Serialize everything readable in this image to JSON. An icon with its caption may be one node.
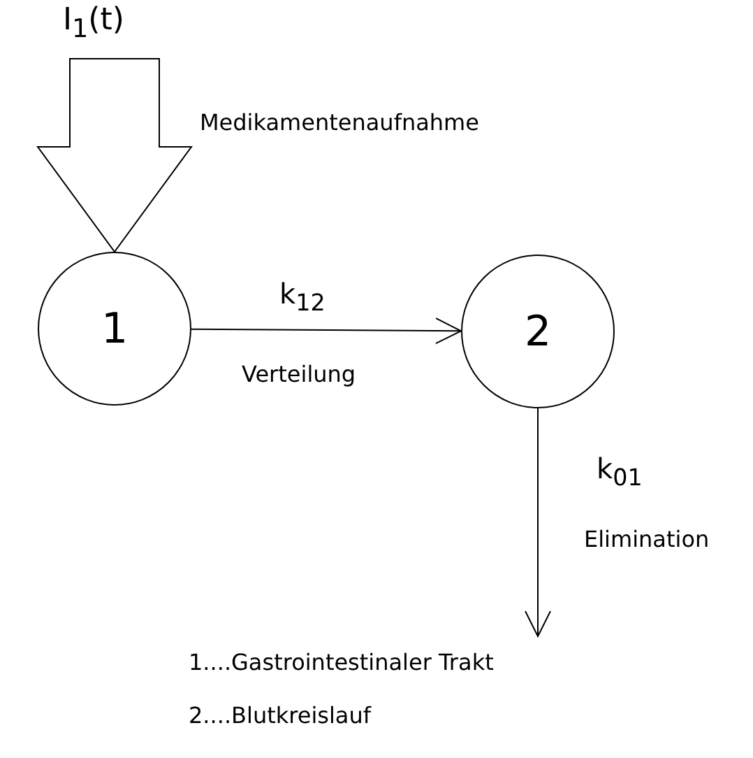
{
  "diagram": {
    "nodes": [
      {
        "text": [
          "1"
        ]
      },
      {
        "text": [
          "2"
        ]
      }
    ],
    "edges": [
      {
        "from": null,
        "to": 0,
        "arrow": "to",
        "label": "I$_{1}$(t)"
      },
      {
        "from": 0,
        "to": 1,
        "arrow": "to",
        "label": "k$_{12}$"
      },
      {
        "from": 1,
        "to": null,
        "arrow": "to",
        "label": "k$_{01}$"
      }
    ],
    "labels": [
      "Medikamentenaufnahme",
      "Verteilung",
      "Elimination",
      "1....Gastrointestinaler Trakt",
      "2....Blutkreislauf"
    ]
  }
}
